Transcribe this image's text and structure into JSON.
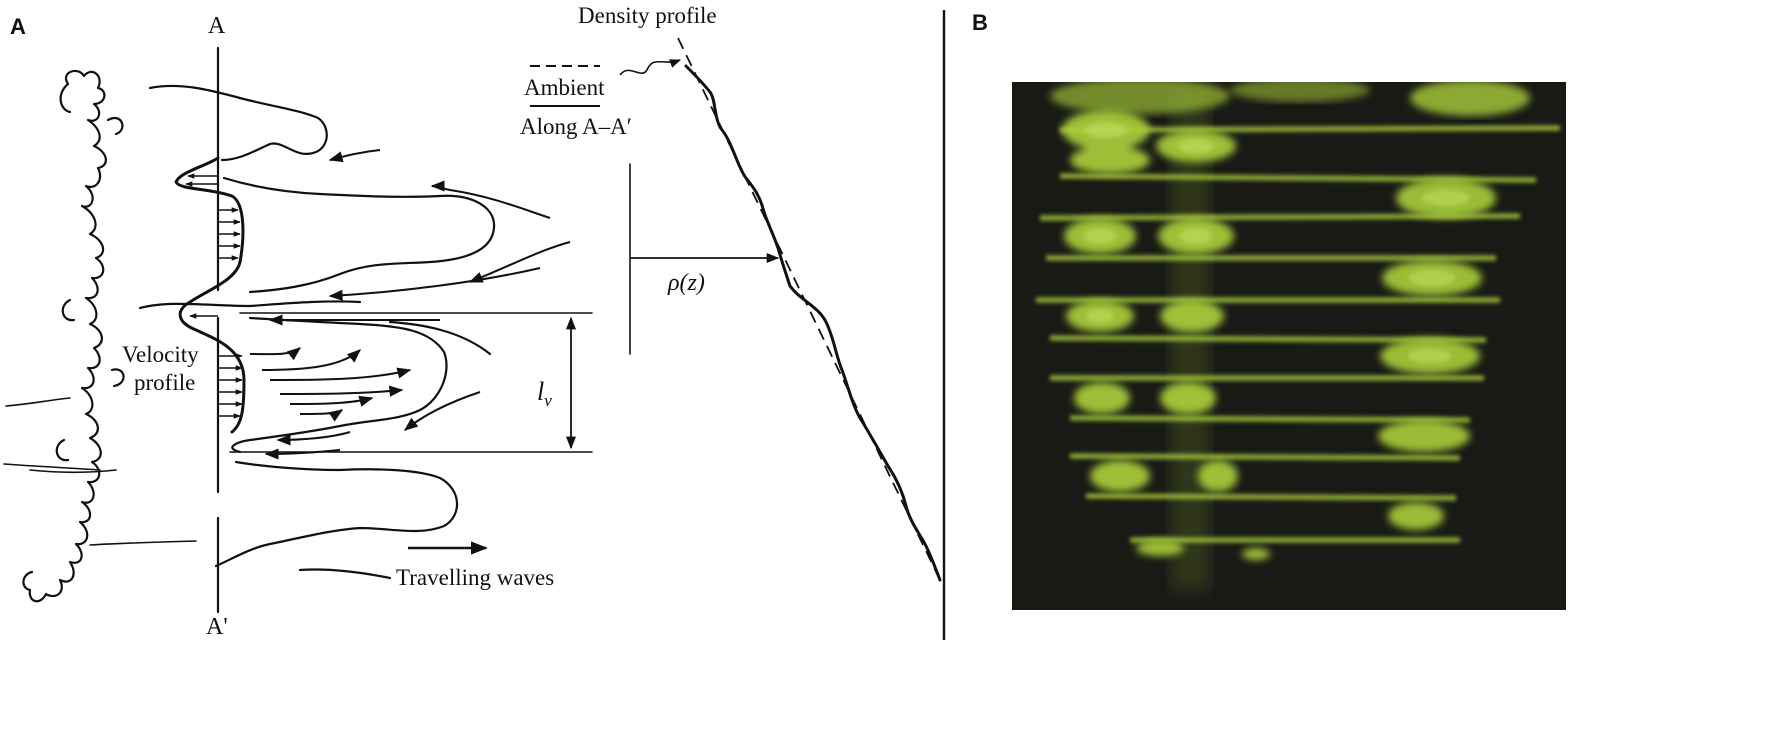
{
  "panel_a": {
    "letter": "A",
    "section_top": "A",
    "section_bottom": "A'",
    "density_title": "Density profile",
    "legend_ambient": "Ambient",
    "legend_along": "Along A–A′",
    "rho_label": "ρ(z)",
    "velocity_line1": "Velocity",
    "velocity_line2": "profile",
    "lv_label": "l",
    "lv_sub": "v",
    "waves_label": "Travelling waves"
  },
  "panel_b": {
    "letter": "B",
    "photo_bg": "#1c1c18",
    "dye_color": "#b8e040",
    "dye_core": "#d6f06a"
  }
}
